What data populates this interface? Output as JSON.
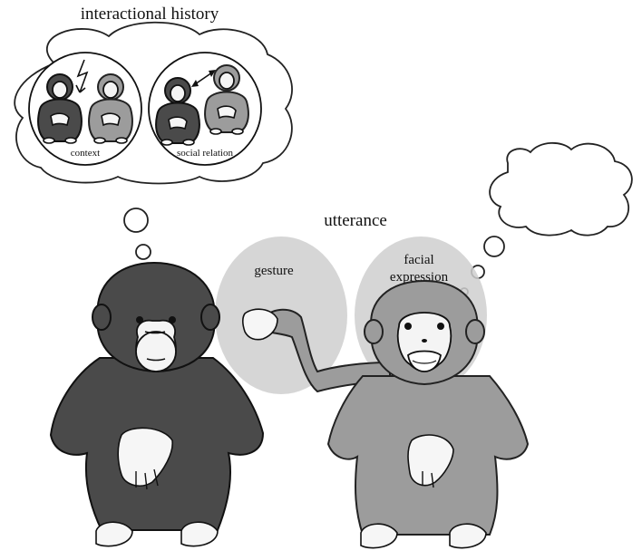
{
  "thought_cloud": {
    "title": "interactional history",
    "panels": [
      {
        "label": "context"
      },
      {
        "label": "social relation"
      }
    ]
  },
  "utterance": {
    "title": "utterance",
    "gesture_label": "gesture",
    "facial_label_line1": "facial",
    "facial_label_line2": "expression"
  },
  "colors": {
    "dark_ape": "#4a4a4a",
    "light_ape": "#9c9c9c",
    "highlight_zone": "#cfcfcf"
  },
  "icons": [
    "lightning-icon",
    "double-arrow-icon",
    "empty-thought-bubble"
  ]
}
